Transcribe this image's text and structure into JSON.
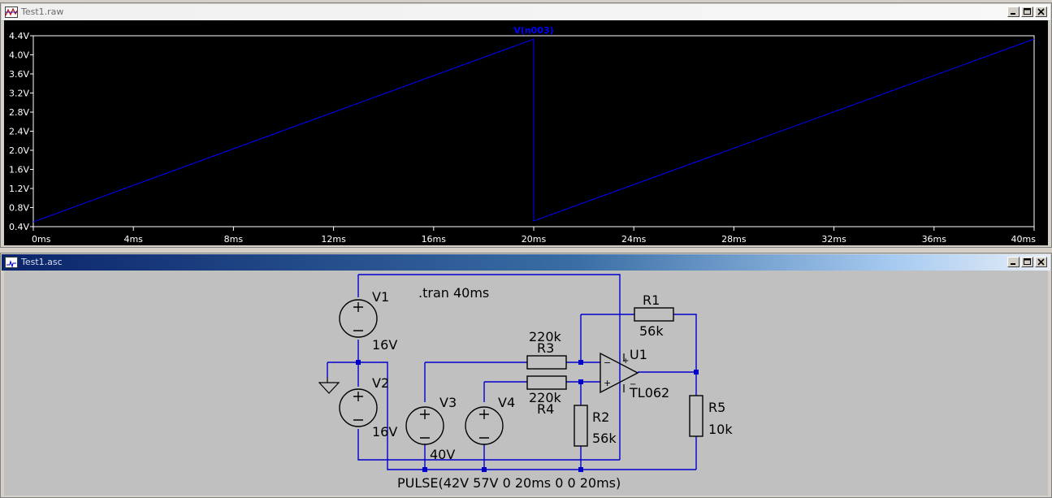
{
  "waveform_window": {
    "title": "Test1.raw",
    "trace_label": "V(n003)",
    "trace_color": "#0000ff",
    "background": "#000000",
    "axis_color": "#ffffff"
  },
  "schematic_window": {
    "title": "Test1.asc",
    "background": "#c0c0c0",
    "wire_color": "#0000cc",
    "labels": {
      "tran": ".tran 40ms",
      "v1_name": "V1",
      "v1_value": "16V",
      "v2_name": "V2",
      "v2_value": "16V",
      "v3_name": "V3",
      "v3_value": "40V",
      "v4_name": "V4",
      "v4_value": "PULSE(42V 57V 0 20ms 0 0 20ms)",
      "r1_name": "R1",
      "r1_value": "56k",
      "r2_name": "R2",
      "r2_value": "56k",
      "r3_name": "R3",
      "r3_value": "220k",
      "r4_name": "R4",
      "r4_value": "220k",
      "r5_name": "R5",
      "r5_value": "10k",
      "u1_name": "U1",
      "u1_value": "TL062"
    }
  },
  "icons": {
    "minimize": "minimize-icon",
    "maximize": "maximize-icon",
    "close": "close-icon",
    "raw_file": "waveform-file-icon",
    "asc_file": "schematic-file-icon"
  },
  "chart_data": {
    "type": "line",
    "title": "V(n003)",
    "xlabel": "",
    "ylabel": "",
    "xlim": [
      0,
      40
    ],
    "ylim": [
      0.4,
      4.4
    ],
    "x_ticks": [
      0,
      4,
      8,
      12,
      16,
      20,
      24,
      28,
      32,
      36,
      40
    ],
    "x_tick_labels": [
      "0ms",
      "4ms",
      "8ms",
      "12ms",
      "16ms",
      "20ms",
      "24ms",
      "28ms",
      "32ms",
      "36ms",
      "40ms"
    ],
    "y_ticks": [
      0.4,
      0.8,
      1.2,
      1.6,
      2.0,
      2.4,
      2.8,
      3.2,
      3.6,
      4.0,
      4.4
    ],
    "y_tick_labels": [
      "0.4V",
      "0.8V",
      "1.2V",
      "1.6V",
      "2.0V",
      "2.4V",
      "2.8V",
      "3.2V",
      "3.6V",
      "4.0V",
      "4.4V"
    ],
    "grid": false,
    "series": [
      {
        "name": "V(n003)",
        "x": [
          0,
          20,
          20,
          40
        ],
        "values": [
          0.5,
          4.33,
          0.52,
          4.33
        ]
      }
    ]
  }
}
